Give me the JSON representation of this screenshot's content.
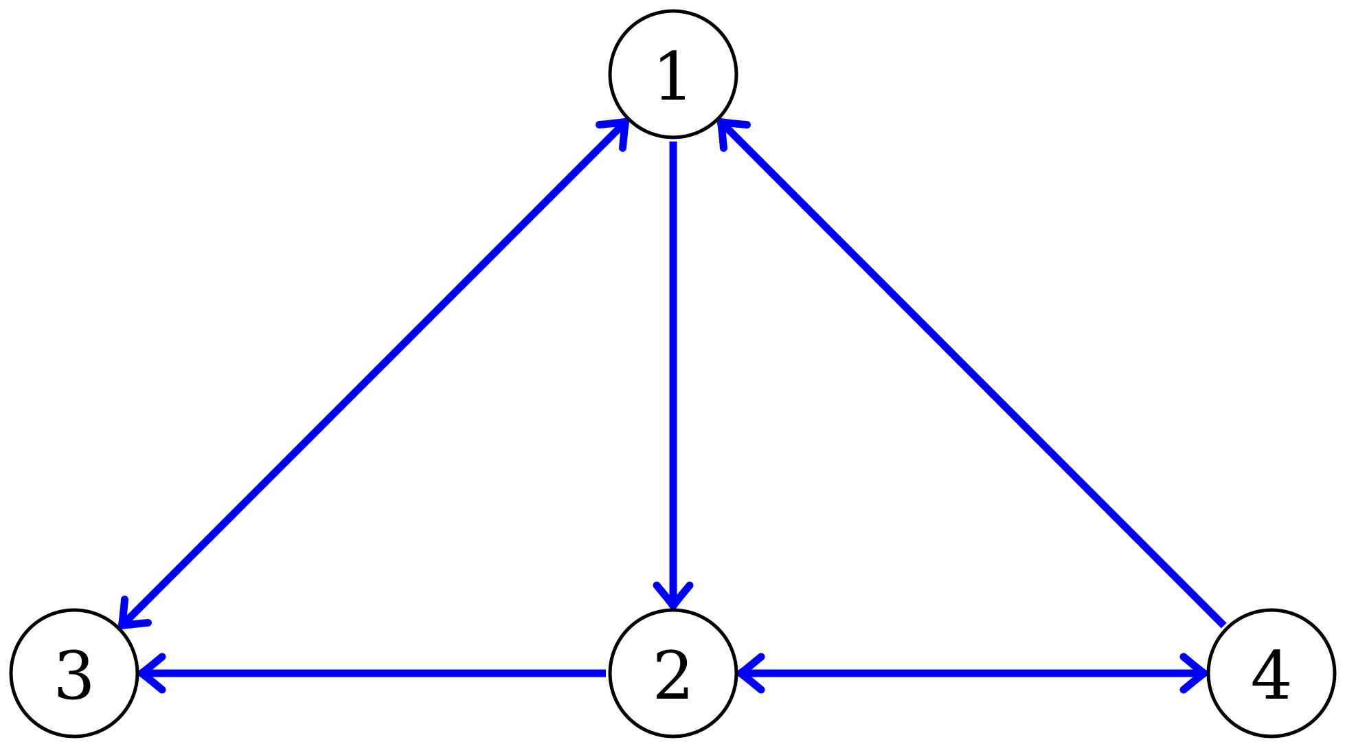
{
  "diagram": {
    "colors": {
      "edge": "#0000ff",
      "node_stroke": "#000000",
      "node_fill": "#ffffff",
      "background": "#ffffff"
    },
    "nodes": [
      {
        "id": "1",
        "label": "1"
      },
      {
        "id": "2",
        "label": "2"
      },
      {
        "id": "3",
        "label": "3"
      },
      {
        "id": "4",
        "label": "4"
      }
    ],
    "edges": [
      {
        "from": "1",
        "to": "2",
        "direction": "forward"
      },
      {
        "from": "1",
        "to": "3",
        "direction": "both"
      },
      {
        "from": "4",
        "to": "1",
        "direction": "forward"
      },
      {
        "from": "2",
        "to": "3",
        "direction": "forward"
      },
      {
        "from": "2",
        "to": "4",
        "direction": "both"
      }
    ]
  }
}
